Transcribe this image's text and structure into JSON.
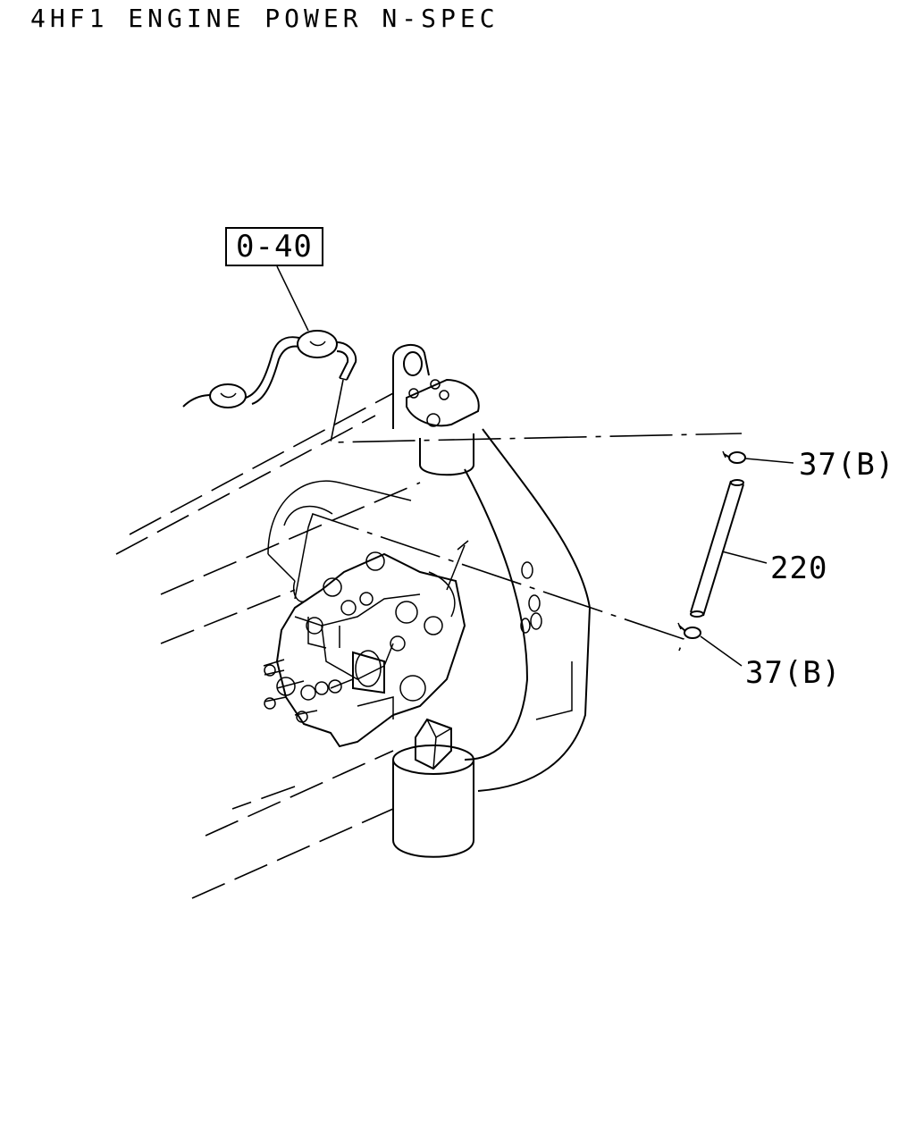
{
  "title": "4HF1 ENGINE POWER N-SPEC",
  "callouts": {
    "ref_box": "0-40",
    "clip_upper": "37(B)",
    "hose": "220",
    "clip_lower": "37(B)"
  }
}
